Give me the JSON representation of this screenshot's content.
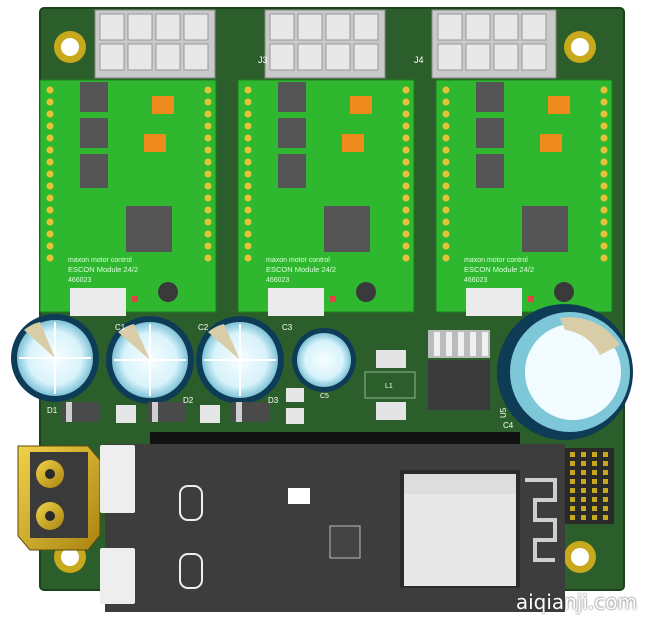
{
  "board": {
    "modules": [
      {
        "line1": "maxon motor control",
        "line2": "ESCON Module 24/2",
        "line3": "466023"
      },
      {
        "line1": "maxon motor control",
        "line2": "ESCON Module 24/2",
        "line3": "466023"
      },
      {
        "line1": "maxon motor control",
        "line2": "ESCON Module 24/2",
        "line3": "466023"
      }
    ],
    "refs": {
      "j3": "J3",
      "j4": "J4",
      "c1": "C1",
      "c2": "C2",
      "c3": "C3",
      "c4": "C4",
      "c5": "C5",
      "d1": "D1",
      "d2": "D2",
      "d3": "D3",
      "u5": "U5",
      "l1": "L1"
    },
    "colors": {
      "pcb": "#2b5e2a",
      "module": "#2fb82f",
      "gold": "#d4b020",
      "capacitor": "#c8ecf6"
    }
  },
  "watermark": "aiqianji.com"
}
